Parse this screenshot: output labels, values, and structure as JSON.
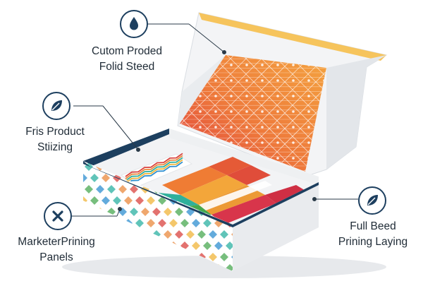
{
  "callouts": [
    {
      "icon": "water-drop-icon",
      "line1": "Cutom Proded",
      "line2": "Folid Steed"
    },
    {
      "icon": "leaf-icon",
      "line1": "Fris Product",
      "line2": "Stiizing"
    },
    {
      "icon": "close-x-icon",
      "line1": "MarketerPrining",
      "line2": "Panels"
    },
    {
      "icon": "leaf-icon",
      "line1": "Full Beed",
      "line2": "Prining Laying"
    }
  ],
  "colors": {
    "navy": "#1d3f5f",
    "orange": "#ea8a3e",
    "red": "#d9433f",
    "green": "#4aa852",
    "teal": "#2bb0a2",
    "yellow": "#f0b43a",
    "blue": "#2f8fd0"
  }
}
